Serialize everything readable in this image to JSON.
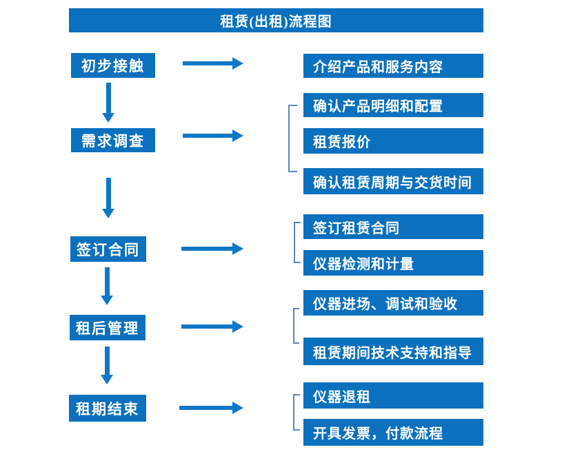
{
  "title": "租赁(出租)流程图",
  "colors": {
    "box_blue": "#0b70bd",
    "arrow_blue": "#0f77c8",
    "bracket_blue": "#5b86c2",
    "text": "#ffffff",
    "background": "#ffffff"
  },
  "stages": [
    {
      "label": "初步接触",
      "outputs": [
        "介绍产品和服务内容"
      ]
    },
    {
      "label": "需求调查",
      "outputs": [
        "确认产品明细和配置",
        "租赁报价",
        "确认租赁周期与交货时间"
      ]
    },
    {
      "label": "签订合同",
      "outputs": [
        "签订租赁合同",
        "仪器检测和计量"
      ]
    },
    {
      "label": "租后管理",
      "outputs": [
        "仪器进场、调试和验收",
        "租赁期间技术支持和指导"
      ]
    },
    {
      "label": "租期结束",
      "outputs": [
        "仪器退租",
        "开具发票，付款流程"
      ]
    }
  ]
}
